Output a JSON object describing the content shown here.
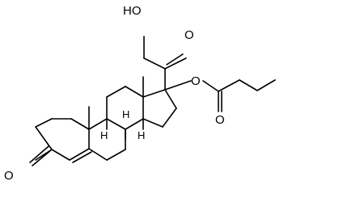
{
  "molecule": {
    "atom_labels": {
      "hydroxyl": "HO",
      "ketone_oxygen": "O",
      "ester_oxygen": "O",
      "carbonyl_oxygen": "O",
      "ring_ketone_oxygen": "O"
    },
    "stereo_h": {
      "h8": "H",
      "h9": "H",
      "h14": "H"
    }
  }
}
